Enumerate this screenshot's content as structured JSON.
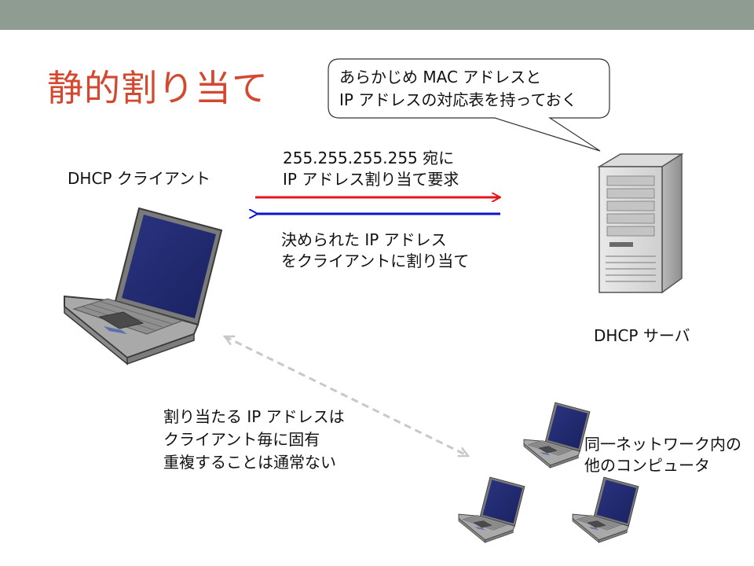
{
  "title": "静的割り当て",
  "callout": {
    "line1": "あらかじめ MAC アドレスと",
    "line2": "IP アドレスの対応表を持っておく"
  },
  "client_label": "DHCP クライアント",
  "server_label": "DHCP サーバ",
  "request": {
    "line1": "255.255.255.255 宛に",
    "line2": "IP アドレス割り当て要求",
    "color": "#e8141c"
  },
  "response": {
    "line1": "決められた IP アドレス",
    "line2": "をクライアントに割り当て",
    "color": "#0a16cc"
  },
  "note": {
    "line1": "割り当たる IP アドレスは",
    "line2": "クライアント毎に固有",
    "line3": "重複することは通常ない"
  },
  "others_label": {
    "line1": "同一ネットワーク内の",
    "line2": "他のコンピュータ"
  },
  "colors": {
    "accent": "#d4482f",
    "topbar": "#8e9c91",
    "dashed": "#c8c8c8"
  },
  "icons": [
    "laptop-icon",
    "server-icon"
  ]
}
